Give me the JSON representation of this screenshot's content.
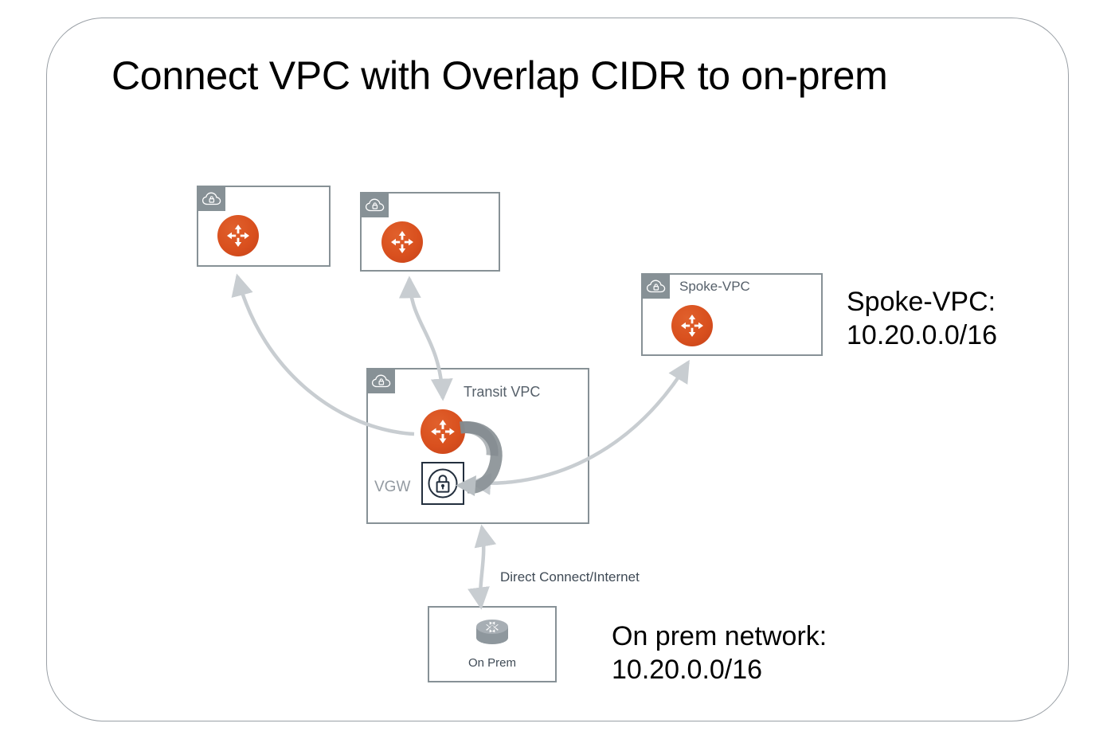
{
  "title": "Connect VPC with Overlap CIDR to on-prem",
  "frame": {
    "border_color": "#9aa0a6"
  },
  "colors": {
    "router_orange": "#d9501e",
    "box_border_gray": "#879196",
    "arrow_gray": "#c8cdd1",
    "thick_arrow_gray": "#8a9196",
    "vgw_navy": "#232f3e",
    "label_gray": "#56606a"
  },
  "boxes": [
    {
      "id": "vpc-1",
      "label": "",
      "badge_icon": "cloud-lock-icon",
      "node_icon": "router-icon"
    },
    {
      "id": "vpc-2",
      "label": "",
      "badge_icon": "cloud-lock-icon",
      "node_icon": "router-icon"
    },
    {
      "id": "spoke-vpc",
      "label": "Spoke-VPC",
      "badge_icon": "cloud-lock-icon",
      "node_icon": "router-icon"
    },
    {
      "id": "transit-vpc",
      "label": "Transit VPC",
      "badge_icon": "cloud-lock-icon",
      "node_icon": "router-icon"
    }
  ],
  "transit": {
    "title": "Transit VPC",
    "vgw_label": "VGW",
    "vgw_icon": "vpn-lock-icon"
  },
  "onprem": {
    "box_label": "On Prem",
    "node_icon": "on-prem-router-icon"
  },
  "connections": {
    "direct_connect_label": "Direct Connect/Internet"
  },
  "notes": {
    "spoke": "Spoke-VPC:\n10.20.0.0/16",
    "onprem": "On prem network:\n10.20.0.0/16"
  }
}
